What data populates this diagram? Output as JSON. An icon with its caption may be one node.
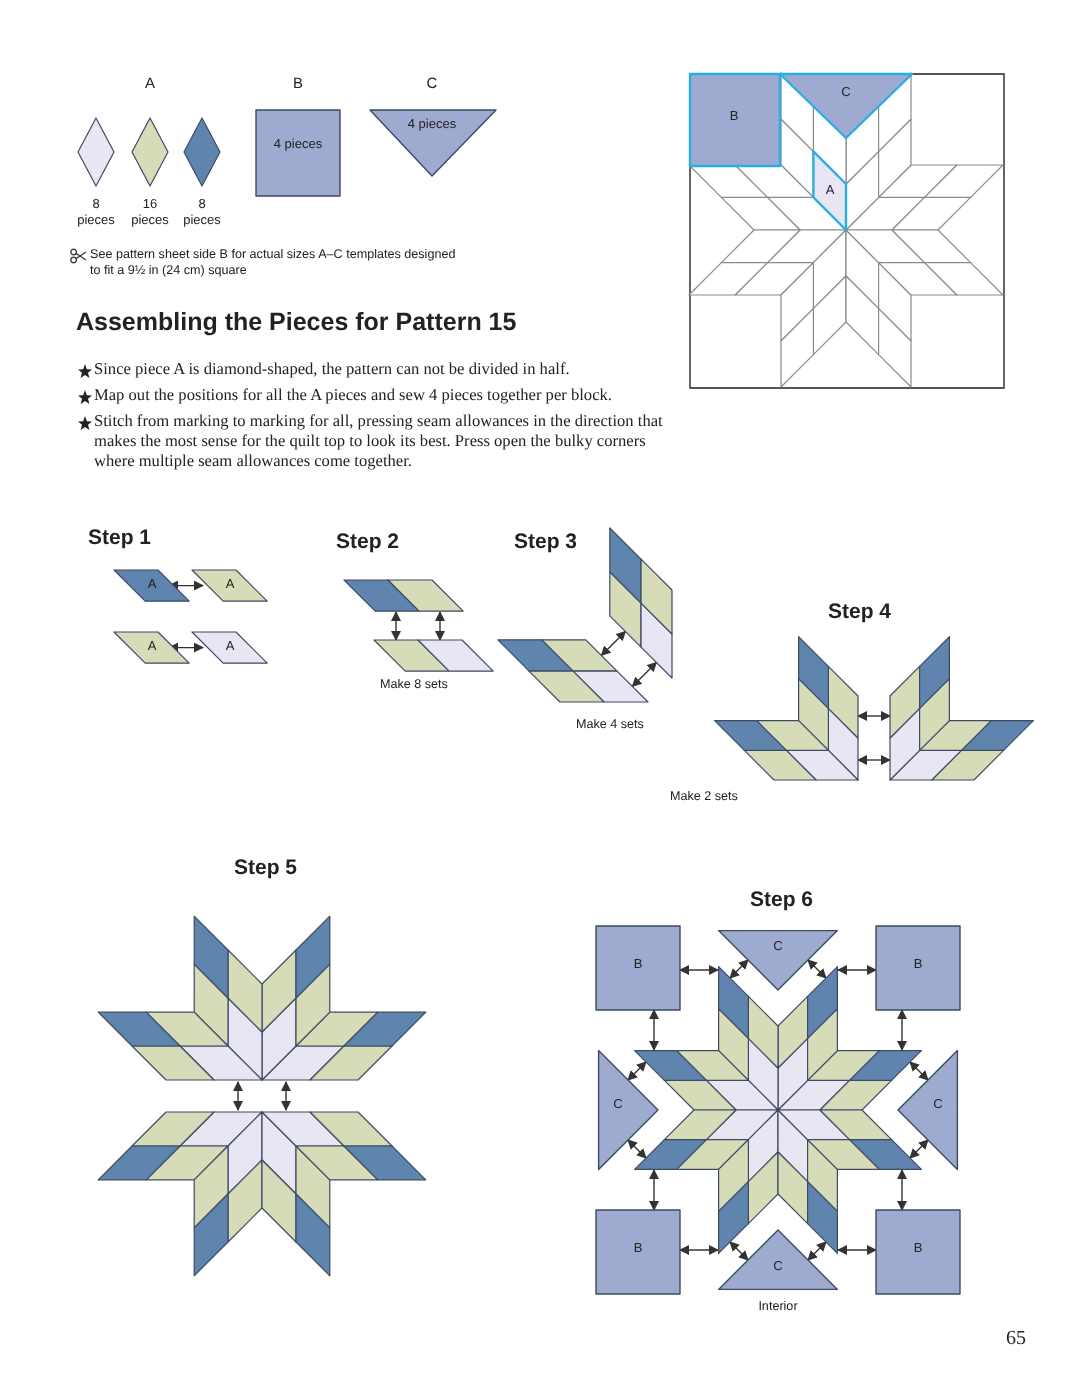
{
  "diagram": {
    "title": "Assembling the Pieces for Pattern 15",
    "nodes": [
      {
        "text": [],
        "shape": "diamond",
        "beside": [
          "8 pieces"
        ]
      },
      {
        "text": [],
        "shape": "diamond",
        "beside": [
          "16 pieces"
        ]
      },
      {
        "text": [],
        "shape": "diamond",
        "beside": [
          "8 pieces"
        ]
      },
      {
        "text": [
          "B",
          "4 pieces"
        ]
      },
      {
        "text": [
          "C",
          "4 pieces"
        ]
      },
      {
        "text": [],
        "shape": "box"
      },
      {
        "text": [
          "B"
        ],
        "in": 5
      },
      {
        "text": [
          "C"
        ],
        "in": 5
      },
      {
        "text": [
          "A"
        ],
        "in": 5
      },
      {
        "text": [
          "A"
        ]
      },
      {
        "text": [
          "A"
        ]
      },
      {
        "text": [
          "A"
        ]
      },
      {
        "text": [
          "A"
        ]
      },
      {
        "text": [],
        "shape": "parallelogram"
      },
      {
        "text": [],
        "shape": "parallelogram"
      },
      {
        "text": [],
        "shape": "parallelogram"
      },
      {
        "text": [],
        "shape": "parallelogram"
      },
      {
        "text": [],
        "shape": "star"
      },
      {
        "text": [],
        "shape": "star"
      },
      {
        "text": [],
        "shape": "star"
      },
      {
        "text": [],
        "shape": "star"
      },
      {
        "text": [
          "C"
        ]
      },
      {
        "text": [
          "B"
        ]
      },
      {
        "text": [
          "B"
        ]
      },
      {
        "text": [
          "C"
        ]
      },
      {
        "text": [],
        "shape": "star"
      },
      {
        "text": [
          "C"
        ]
      },
      {
        "text": [
          "B"
        ]
      },
      {
        "text": [
          "B"
        ]
      },
      {
        "text": [
          "C"
        ]
      }
    ],
    "edges": [
      {
        "from": 9,
        "to": 10,
        "arrow": "both"
      },
      {
        "from": 11,
        "to": 12,
        "arrow": "both"
      },
      {
        "from": 13,
        "to": 14,
        "arrow": "both"
      },
      {
        "from": 13,
        "to": 14,
        "arrow": "both"
      },
      {
        "from": 15,
        "to": 16,
        "arrow": "both"
      },
      {
        "from": 15,
        "to": 16,
        "arrow": "both"
      },
      {
        "from": 17,
        "to": 18,
        "arrow": "both"
      },
      {
        "from": 17,
        "to": 18,
        "arrow": "both"
      },
      {
        "from": 19,
        "to": 20,
        "arrow": "both"
      },
      {
        "from": 19,
        "to": 20,
        "arrow": "both"
      },
      {
        "from": 21,
        "to": 25,
        "arrow": "both"
      },
      {
        "from": 21,
        "to": 25,
        "arrow": "both"
      },
      {
        "from": 22,
        "to": 25,
        "arrow": "both"
      },
      {
        "from": 22,
        "to": 25,
        "arrow": "both"
      },
      {
        "from": 23,
        "to": 25,
        "arrow": "both"
      },
      {
        "from": 23,
        "to": 25,
        "arrow": "both"
      },
      {
        "from": 24,
        "to": 25,
        "arrow": "both"
      },
      {
        "from": 24,
        "to": 25,
        "arrow": "both"
      },
      {
        "from": 26,
        "to": 25,
        "arrow": "both"
      },
      {
        "from": 26,
        "to": 25,
        "arrow": "both"
      },
      {
        "from": 27,
        "to": 25,
        "arrow": "both"
      },
      {
        "from": 27,
        "to": 25,
        "arrow": "both"
      },
      {
        "from": 28,
        "to": 25,
        "arrow": "both"
      },
      {
        "from": 28,
        "to": 25,
        "arrow": "both"
      },
      {
        "from": 29,
        "to": 25,
        "arrow": "both"
      },
      {
        "from": 29,
        "to": 25,
        "arrow": "both"
      }
    ],
    "labels": [
      "A",
      "See pattern sheet side B for actual sizes A–C templates designed to fit a 9½ in (24 cm) square",
      "Since piece A is diamond-shaped, the pattern can not be divided in half.",
      "Map out the positions for all the A pieces and sew 4 pieces together per block.",
      "Stitch from marking to marking for all, pressing seam allowances in the direction that makes the most sense for the quilt top to look its best. Press open the bulky corners where multiple seam allowances come together.",
      "Step 1",
      "Step 2",
      "Make 8 sets",
      "Step 3",
      "Make 4 sets",
      "Step 4",
      "Make 2 sets",
      "Step 5",
      "Step 6",
      "Interior",
      "65"
    ]
  }
}
